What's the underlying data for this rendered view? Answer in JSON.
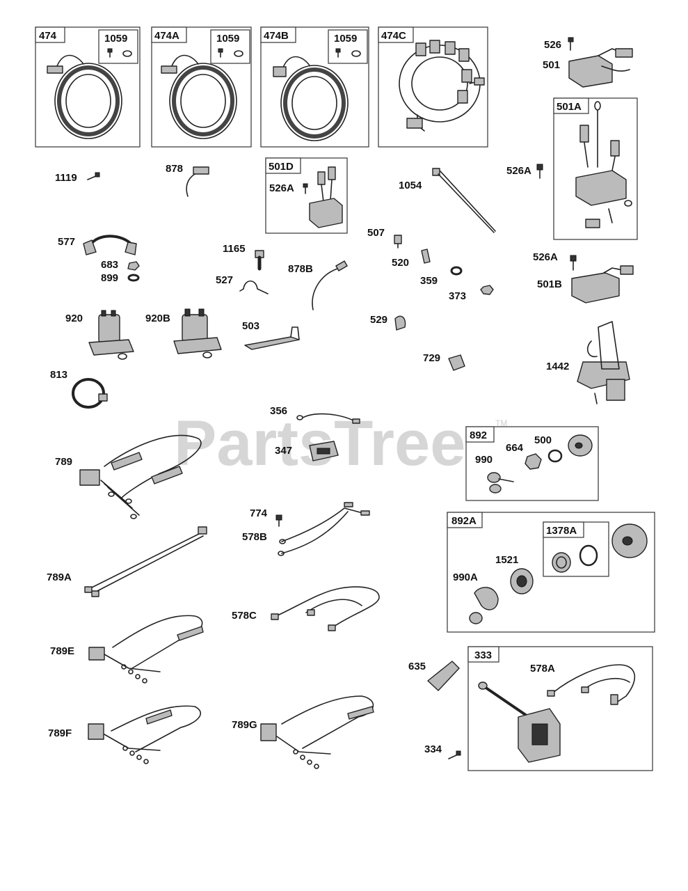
{
  "watermark": {
    "text": "PartsTree",
    "trademark": "TM"
  },
  "boxes": [
    {
      "id": "474"
    },
    {
      "id": "474A"
    },
    {
      "id": "474B"
    },
    {
      "id": "474C"
    },
    {
      "id": "501A"
    },
    {
      "id": "501D"
    },
    {
      "id": "892"
    },
    {
      "id": "892A"
    },
    {
      "id": "1378A"
    },
    {
      "id": "333"
    }
  ],
  "box_sub": {
    "label": "1059"
  },
  "labels": {
    "l526": "526",
    "l501": "501",
    "l1119": "1119",
    "l878": "878",
    "l526A_d": "526A",
    "l1054": "1054",
    "l526A_a": "526A",
    "l577": "577",
    "l683": "683",
    "l899": "899",
    "l1165": "1165",
    "l527": "527",
    "l878B": "878B",
    "l507": "507",
    "l520": "520",
    "l359": "359",
    "l373": "373",
    "l526A_b": "526A",
    "l501B": "501B",
    "l920": "920",
    "l920B": "920B",
    "l503": "503",
    "l529": "529",
    "l729": "729",
    "l1442": "1442",
    "l813": "813",
    "l356": "356",
    "l347": "347",
    "l789": "789",
    "l664": "664",
    "l500": "500",
    "l990": "990",
    "l774": "774",
    "l578B": "578B",
    "l1521": "1521",
    "l990A": "990A",
    "l789A": "789A",
    "l578C": "578C",
    "l789E": "789E",
    "l635": "635",
    "l578A": "578A",
    "l789F": "789F",
    "l789G": "789G",
    "l334": "334"
  }
}
